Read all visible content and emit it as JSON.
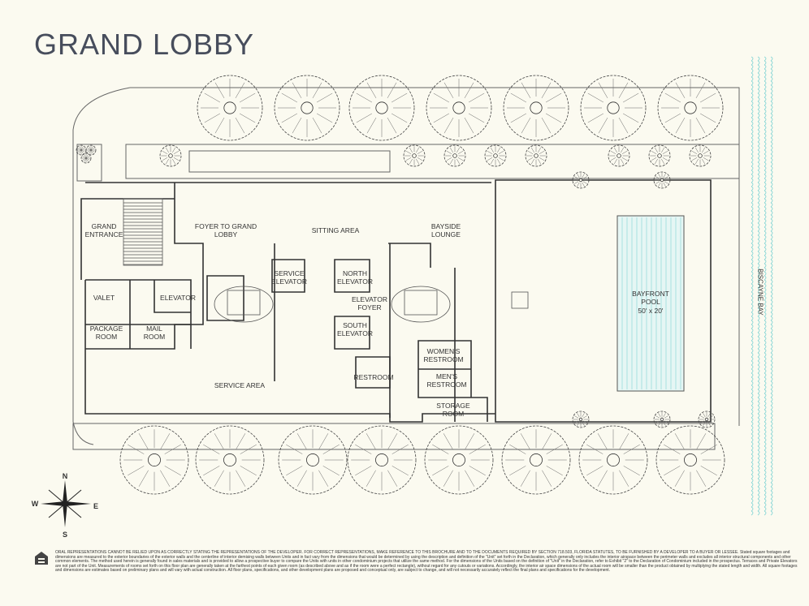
{
  "title": "GRAND LOBBY",
  "rooms": {
    "grand_entrance": "GRAND\nENTRANCE",
    "foyer": "FOYER TO GRAND\nLOBBY",
    "sitting_area": "SITTING AREA",
    "bayside_lounge": "BAYSIDE\nLOUNGE",
    "service_elevator": "SERVICE\nELEVATOR",
    "north_elevator": "NORTH\nELEVATOR",
    "elevator_foyer": "ELEVATOR\nFOYER",
    "south_elevator": "SOUTH\nELEVATOR",
    "valet": "VALET",
    "elevator": "ELEVATOR",
    "package_room": "PACKAGE\nROOM",
    "mail_room": "MAIL\nROOM",
    "service_area": "SERVICE AREA",
    "restroom": "RESTROOM",
    "womens_restroom": "WOMEN'S\nRESTROOM",
    "mens_restroom": "MEN'S\nRESTROOM",
    "storage_room": "STORAGE\nROOM",
    "pool": "BAYFRONT\nPOOL",
    "pool_size": "50' x 20'",
    "biscayne_bay": "BISCAYNE BAY"
  },
  "compass": {
    "n": "N",
    "s": "S",
    "e": "E",
    "w": "W"
  },
  "disclaimer": "ORAL REPRESENTATIONS CANNOT BE RELIED UPON AS CORRECTLY STATING THE REPRESENTATIONS OF THE DEVELOPER. FOR CORRECT REPRESENTATIONS, MAKE REFERENCE TO THIS BROCHURE AND TO THE DOCUMENTS REQUIRED BY SECTION 718.503, FLORIDA STATUTES, TO BE FURNISHED BY A DEVELOPER TO A BUYER OR LESSEE. Stated square footages and dimensions are measured to the exterior boundaries of the exterior walls and the centerline of interior demising walls between Units and in fact vary from the dimensions that would be determined by using the description and definition of the \"Unit\" set forth in the Declaration, which generally only includes the interior airspace between the perimeter walls and excludes all interior structural components and other common elements. The method used herein is generally found in sales materials and is provided to allow a prospective buyer to compare the Units with units in other condominium projects that utilize the same method. For the dimensions of the Units based on the definition of \"Unit\" in the Declaration, refer to Exhibit \"2\" to the Declaration of Condominium included in the prospectus. Terraces and Private Elevators are not part of the Unit. Measurements of rooms set forth on this floor plan are generally taken at the farthest points of each given room (as described above and as if the room were a perfect rectangle), without regard for any cutouts or variations. Accordingly, the interior air space dimensions of the actual room will be smaller than the product obtained by multiplying the stated length and width. All square footages and dimensions are estimates based on preliminary plans and will vary with actual construction. All floor plans, specifications, and other development plans are proposed and conceptual only, are subject to change, and will not necessarily accurately reflect the final plans and specifications for the development.",
  "logo_text": "EQUAL HOUSING OPPORTUNITY",
  "colors": {
    "title": "#474d5c",
    "water": "#7fd3d3",
    "line": "#555555",
    "background": "#fbfaf0"
  }
}
